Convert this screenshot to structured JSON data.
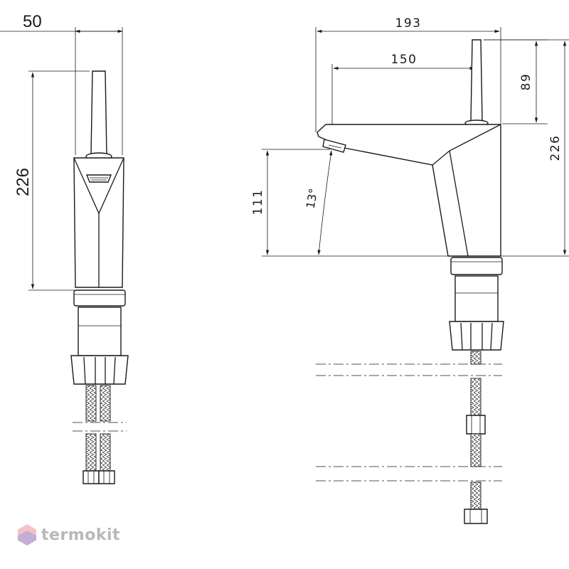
{
  "dimensions": {
    "side_width": "50",
    "side_height": "226",
    "front_total_width": "193",
    "front_spout_reach": "150",
    "front_lever_height": "89",
    "front_total_height": "226",
    "front_spout_height": "111",
    "spout_angle": "13°"
  },
  "brand": {
    "name": "termokit",
    "logo_colors": [
      "#e8505b",
      "#5b8def"
    ]
  },
  "icons": {
    "logo": "hexagon-logo-icon"
  }
}
